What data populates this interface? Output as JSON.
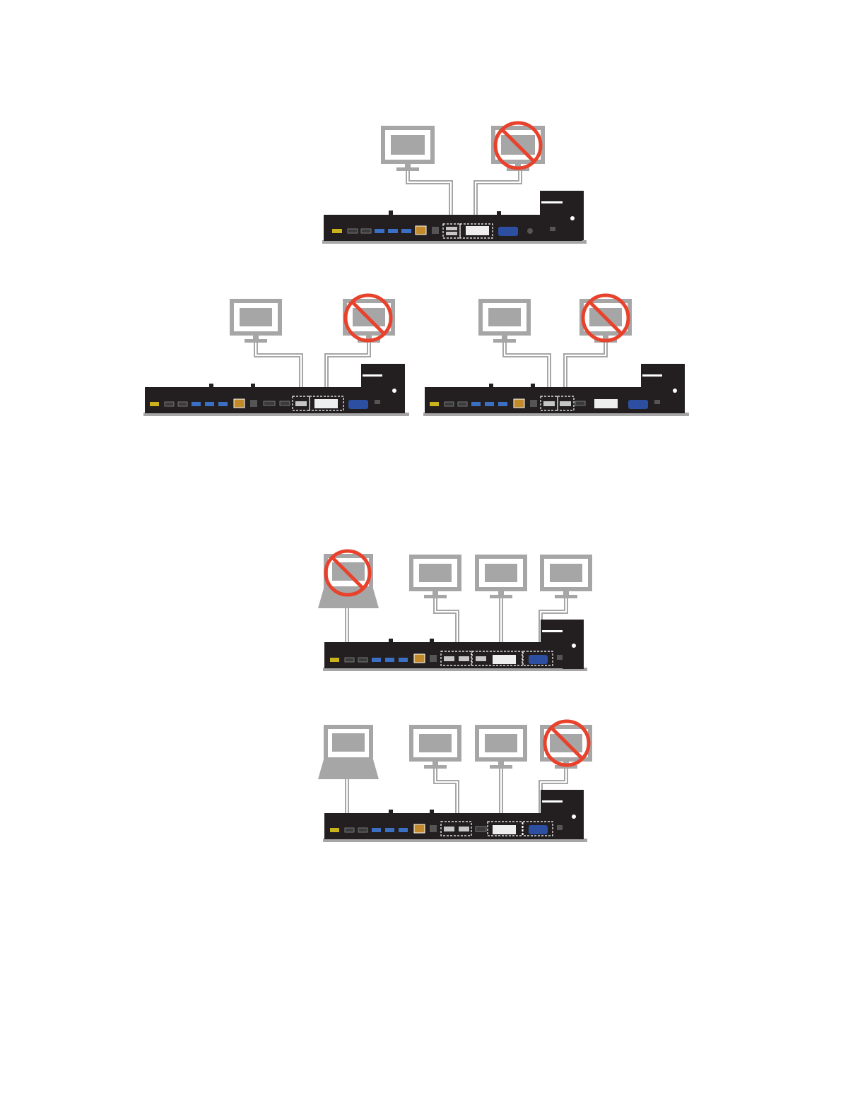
{
  "page": {
    "background": "#ffffff"
  },
  "colors": {
    "monitor_frame": "#a6a6a6",
    "monitor_screen": "#a6a6a6",
    "laptop_body": "#a6a6a6",
    "cable": "#a6a6a6",
    "dock_body": "#231f20",
    "dock_base": "#a6a6a6",
    "prohibited": "#e8412c",
    "vga_port": "#2d4fa1",
    "usb3_port": "#3a6fc4",
    "power_port": "#c9b21a",
    "dvi_port": "#eeeeee",
    "highlight_box": "#ffffff"
  },
  "icons": [
    "monitor-icon",
    "laptop-icon",
    "no-sign-icon",
    "dock-icon"
  ],
  "diagrams": [
    {
      "id": "dock-basic-two-monitors",
      "displays": [
        {
          "kind": "monitor",
          "prohibited": false
        },
        {
          "kind": "monitor",
          "prohibited": true
        }
      ]
    },
    {
      "id": "dock-pro-two-monitors-dp-dvi",
      "displays": [
        {
          "kind": "monitor",
          "prohibited": false
        },
        {
          "kind": "monitor",
          "prohibited": true
        }
      ]
    },
    {
      "id": "dock-pro-two-monitors-dp-dp",
      "displays": [
        {
          "kind": "monitor",
          "prohibited": false
        },
        {
          "kind": "monitor",
          "prohibited": true
        }
      ]
    },
    {
      "id": "dock-ultra-three-monitors-laptop-off",
      "displays": [
        {
          "kind": "laptop",
          "prohibited": true
        },
        {
          "kind": "monitor",
          "prohibited": false
        },
        {
          "kind": "monitor",
          "prohibited": false
        },
        {
          "kind": "monitor",
          "prohibited": false
        }
      ]
    },
    {
      "id": "dock-ultra-laptop-plus-two-monitors",
      "displays": [
        {
          "kind": "laptop",
          "prohibited": false
        },
        {
          "kind": "monitor",
          "prohibited": false
        },
        {
          "kind": "monitor",
          "prohibited": false
        },
        {
          "kind": "monitor",
          "prohibited": true
        }
      ]
    }
  ]
}
